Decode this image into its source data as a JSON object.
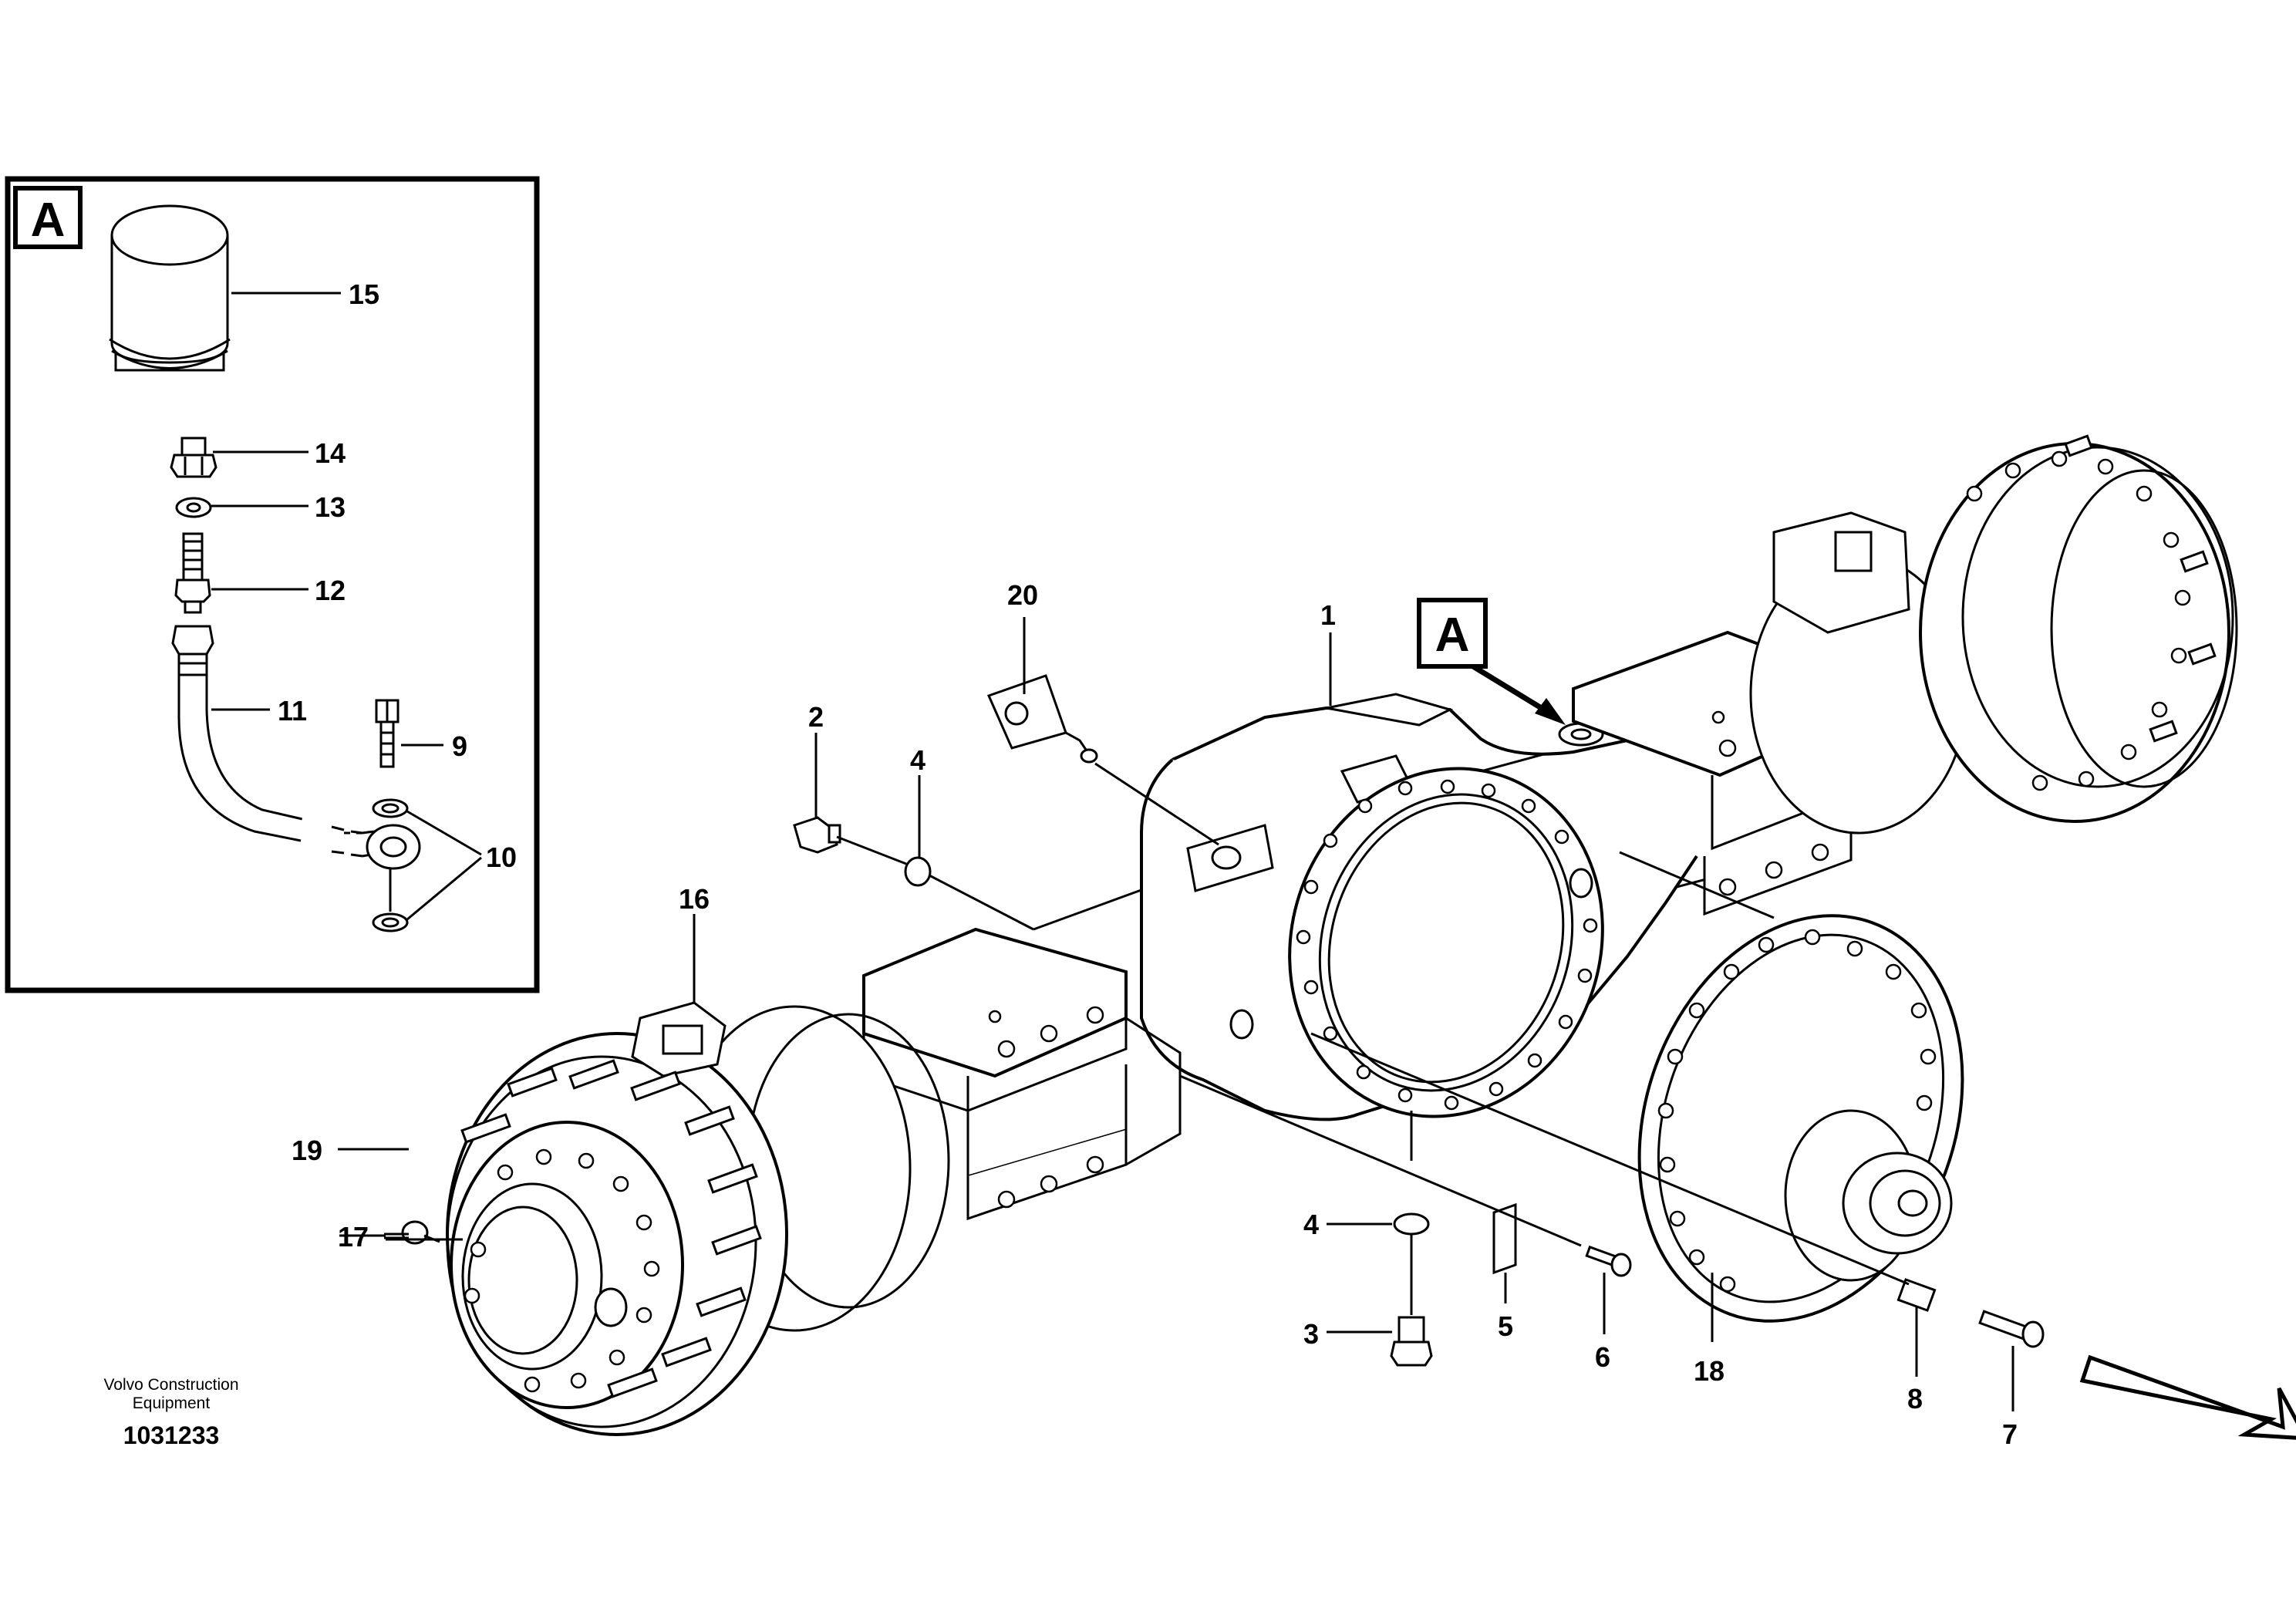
{
  "detail_box": {
    "tag": "A"
  },
  "main_view": {
    "tag": "A"
  },
  "callouts": {
    "c1": "1",
    "c2": "2",
    "c3": "3",
    "c4a": "4",
    "c4b": "4",
    "c5": "5",
    "c6": "6",
    "c7": "7",
    "c8": "8",
    "c9": "9",
    "c10": "10",
    "c11": "11",
    "c12": "12",
    "c13": "13",
    "c14": "14",
    "c15": "15",
    "c16": "16",
    "c17": "17",
    "c18": "18",
    "c19": "19",
    "c20": "20"
  },
  "footer": {
    "brand_line1": "Volvo Construction",
    "brand_line2": "Equipment",
    "drawing_number": "1031233"
  }
}
